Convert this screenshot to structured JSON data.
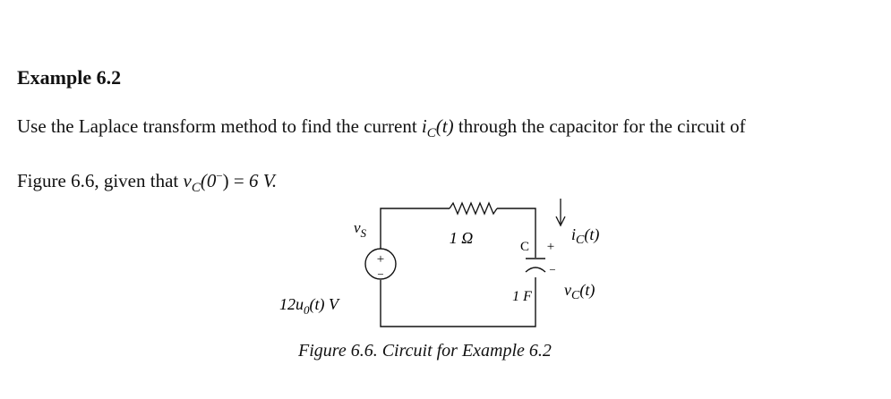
{
  "example": {
    "heading": "Example 6.2",
    "line1": {
      "text_a": "Use the Laplace transform method to find the current ",
      "var_i": "i",
      "sub_C": "C",
      "arg_t": "(t)",
      "text_b": " through the capacitor for the circuit of"
    },
    "line2": {
      "text_a": "Figure 6.6, given that ",
      "var_v": "v",
      "sub_C": "C",
      "open": "(0",
      "sup_minus": "−",
      "close": ")",
      "equals": " = ",
      "value": "6 V."
    }
  },
  "circuit": {
    "source_label": "v",
    "source_sub": "S",
    "source_value": "12u",
    "source_value_sub": "0",
    "source_value_tail": "(t)  V",
    "plus_sign": "+",
    "minus_sign": "−",
    "resistor_label": "1 Ω",
    "cap_letter": "C",
    "cap_plus": "+",
    "cap_minus": "−",
    "cap_value": "1 F",
    "current_label": "i",
    "current_sub": "C",
    "current_arg": "(t)",
    "voltage_label": "v",
    "voltage_sub": "C",
    "voltage_arg": "(t)"
  },
  "figure": {
    "caption": "Figure 6.6.  Circuit for Example 6.2"
  }
}
